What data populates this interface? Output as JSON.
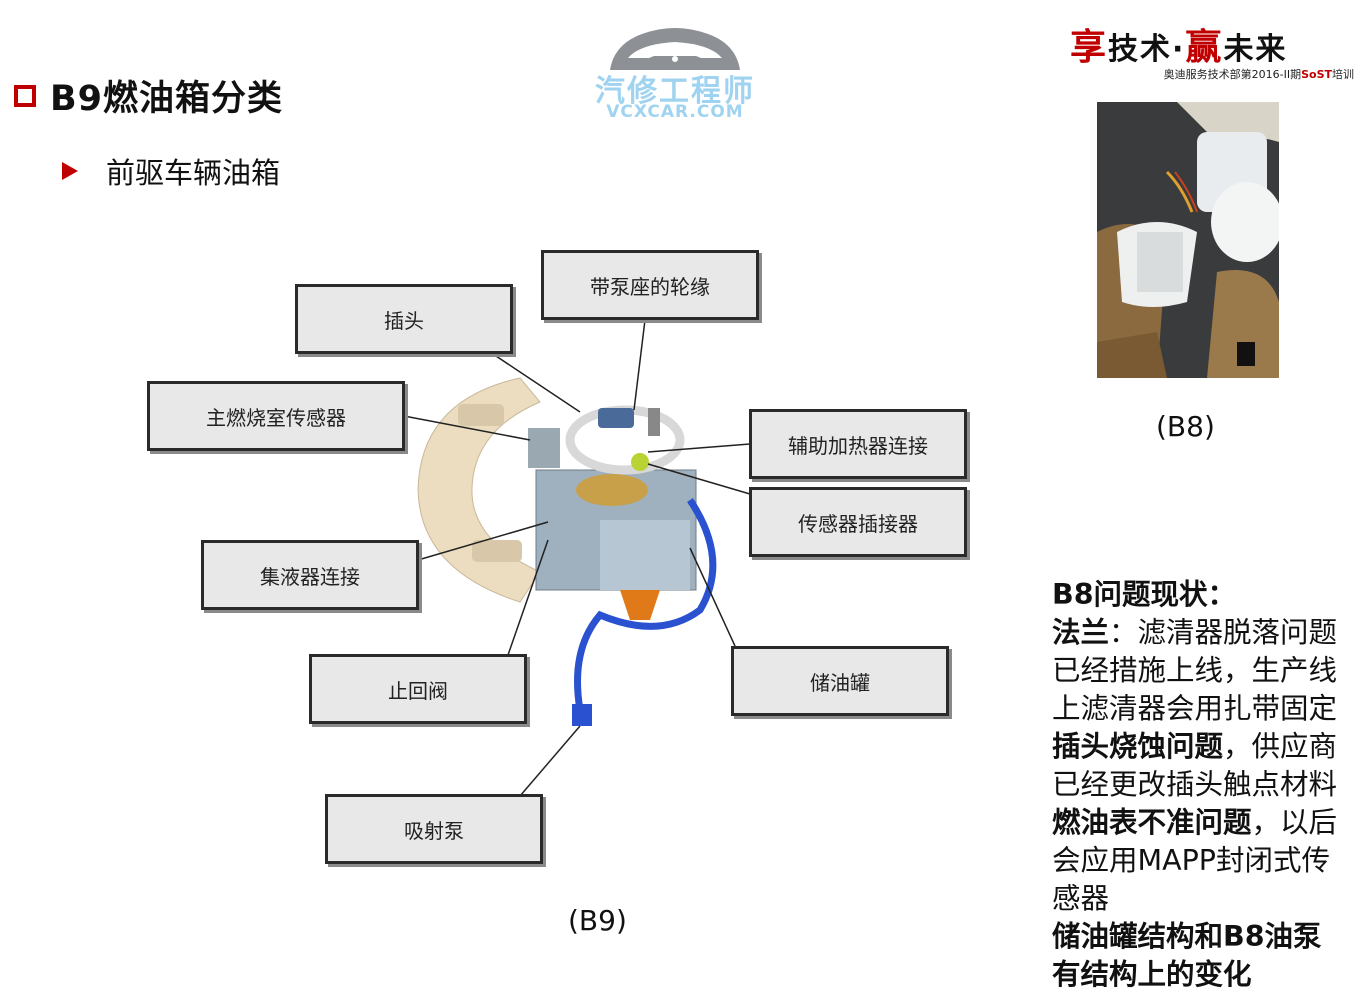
{
  "header": {
    "title": "B9燃油箱分类",
    "subtitle": "前驱车辆油箱"
  },
  "watermark_logo": {
    "name_cn": "汽修工程师",
    "domain": "VCXCAR.COM"
  },
  "brand": {
    "slogan_prefix": "享",
    "slogan_mid": "技术·",
    "slogan_red": "赢",
    "slogan_suffix": "未来",
    "tagline_prefix": "奥迪服务技术部第2016-II期",
    "tagline_highlight": "SoST",
    "tagline_suffix": "培训"
  },
  "diagram": {
    "caption": "(B9)",
    "labels": {
      "flange": "带泵座的轮缘",
      "plug": "插头",
      "main_sensor": "主燃烧室传感器",
      "aux_heater": "辅助加热器连接",
      "sensor_connector": "传感器插接器",
      "collector": "集液器连接",
      "check_valve": "止回阀",
      "reservoir": "储油罐",
      "jet_pump": "吸射泵"
    }
  },
  "photo": {
    "caption": "(B8)"
  },
  "side_text": {
    "heading": "B8问题现状：",
    "p1_bold": "法兰",
    "p1_rest": "：滤清器脱落问题已经措施上线，生产线上滤清器会用扎带固定",
    "p2_bold": "插头烧蚀问题",
    "p2_rest": "，供应商已经更改插头触点材料",
    "p3_bold": "燃油表不准问题",
    "p3_rest": "，以后会应用MAPP封闭式传感器",
    "p4": "储油罐结构和B8油泵有结构上的变化",
    "lines": [
      {
        "b": "B8问题现状：",
        "t": ""
      },
      {
        "b": "法兰",
        "t": "：滤清器脱落问题"
      },
      {
        "b": "",
        "t": "已经措施上线，生产线"
      },
      {
        "b": "",
        "t": "上滤清器会用扎带固定"
      },
      {
        "b": "插头烧蚀问题",
        "t": "，供应商"
      },
      {
        "b": "",
        "t": "已经更改插头触点材料"
      },
      {
        "b": "燃油表不准问题",
        "t": "，以后"
      },
      {
        "b": "",
        "t": "会应用MAPP封闭式传"
      },
      {
        "b": "",
        "t": "感器"
      },
      {
        "b": "储油罐结构和B8油泵",
        "t": ""
      },
      {
        "b": "有结构上的变化",
        "t": ""
      }
    ]
  }
}
